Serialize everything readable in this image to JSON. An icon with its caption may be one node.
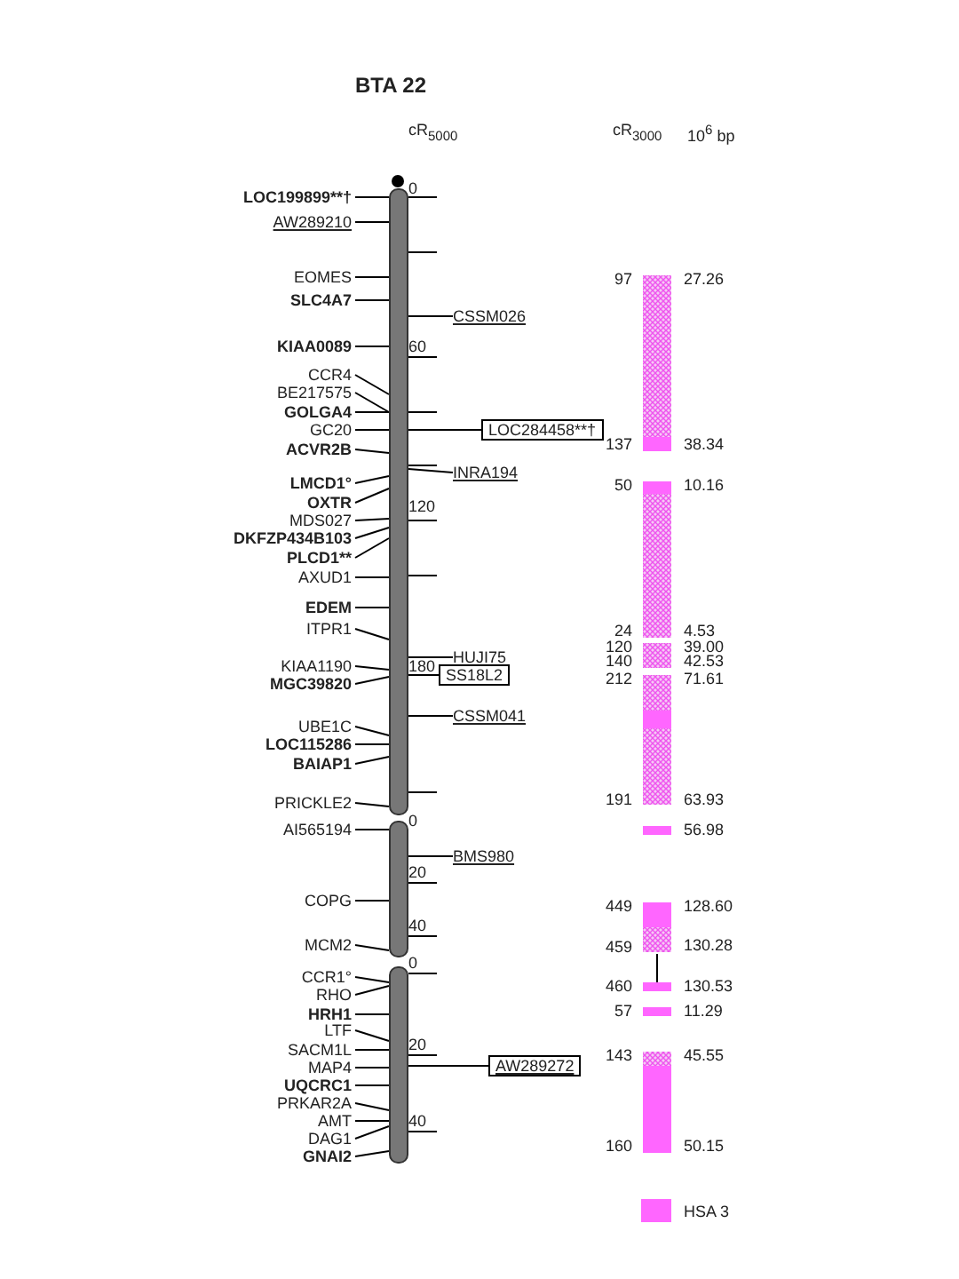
{
  "diagram": {
    "title": "BTA 22",
    "nodes": [
      {
        "text": [],
        "shape": "bar"
      },
      {
        "text": [],
        "shape": "bar"
      },
      {
        "text": [],
        "shape": "bar"
      },
      {
        "text": [
          "LOC199899**†"
        ]
      },
      {
        "text": [
          "AW289210"
        ]
      },
      {
        "text": [
          "EOMES"
        ]
      },
      {
        "text": [
          "SLC4A7"
        ]
      },
      {
        "text": [
          "KIAA0089"
        ]
      },
      {
        "text": [
          "CCR4"
        ]
      },
      {
        "text": [
          "BE217575"
        ]
      },
      {
        "text": [
          "GOLGA4"
        ]
      },
      {
        "text": [
          "GC20"
        ]
      },
      {
        "text": [
          "ACVR2B"
        ]
      },
      {
        "text": [
          "LMCD1°"
        ]
      },
      {
        "text": [
          "OXTR"
        ]
      },
      {
        "text": [
          "MDS027"
        ]
      },
      {
        "text": [
          "DKFZP434B103"
        ]
      },
      {
        "text": [
          "PLCD1**"
        ]
      },
      {
        "text": [
          "AXUD1"
        ]
      },
      {
        "text": [
          "EDEM"
        ]
      },
      {
        "text": [
          "ITPR1"
        ]
      },
      {
        "text": [
          "KIAA1190"
        ]
      },
      {
        "text": [
          "MGC39820"
        ]
      },
      {
        "text": [
          "UBE1C"
        ]
      },
      {
        "text": [
          "LOC115286"
        ]
      },
      {
        "text": [
          "BAIAP1"
        ]
      },
      {
        "text": [
          "PRICKLE2"
        ]
      },
      {
        "text": [
          "AI565194"
        ]
      },
      {
        "text": [
          "COPG"
        ]
      },
      {
        "text": [
          "MCM2"
        ]
      },
      {
        "text": [
          "CCR1°"
        ]
      },
      {
        "text": [
          "RHO"
        ]
      },
      {
        "text": [
          "HRH1"
        ]
      },
      {
        "text": [
          "LTF"
        ]
      },
      {
        "text": [
          "SACM1L"
        ]
      },
      {
        "text": [
          "MAP4"
        ]
      },
      {
        "text": [
          "UQCRC1"
        ]
      },
      {
        "text": [
          "PRKAR2A"
        ]
      },
      {
        "text": [
          "AMT"
        ]
      },
      {
        "text": [
          "DAG1"
        ]
      },
      {
        "text": [
          "GNAI2"
        ]
      },
      {
        "text": [
          "CSSM026"
        ]
      },
      {
        "text": [
          "LOC284458**†"
        ]
      },
      {
        "text": [
          "INRA194"
        ]
      },
      {
        "text": [
          "HUJI75"
        ]
      },
      {
        "text": [
          "SS18L2"
        ]
      },
      {
        "text": [
          "CSSM041"
        ]
      },
      {
        "text": [
          "BMS980"
        ]
      },
      {
        "text": [
          "AW289272"
        ]
      }
    ],
    "edges": [
      {
        "from": 3,
        "to": 0,
        "arrow": "none"
      },
      {
        "from": 4,
        "to": 0,
        "arrow": "none"
      },
      {
        "from": 5,
        "to": 0,
        "arrow": "none"
      },
      {
        "from": 6,
        "to": 0,
        "arrow": "none"
      },
      {
        "from": 7,
        "to": 0,
        "arrow": "none"
      },
      {
        "from": 8,
        "to": 0,
        "arrow": "none"
      },
      {
        "from": 9,
        "to": 0,
        "arrow": "none"
      },
      {
        "from": 10,
        "to": 0,
        "arrow": "none"
      },
      {
        "from": 11,
        "to": 0,
        "arrow": "none"
      },
      {
        "from": 12,
        "to": 0,
        "arrow": "none"
      },
      {
        "from": 13,
        "to": 0,
        "arrow": "none"
      },
      {
        "from": 14,
        "to": 0,
        "arrow": "none"
      },
      {
        "from": 15,
        "to": 0,
        "arrow": "none"
      },
      {
        "from": 16,
        "to": 0,
        "arrow": "none"
      },
      {
        "from": 17,
        "to": 0,
        "arrow": "none"
      },
      {
        "from": 18,
        "to": 0,
        "arrow": "none"
      },
      {
        "from": 19,
        "to": 0,
        "arrow": "none"
      },
      {
        "from": 20,
        "to": 0,
        "arrow": "none"
      },
      {
        "from": 21,
        "to": 0,
        "arrow": "none"
      },
      {
        "from": 22,
        "to": 0,
        "arrow": "none"
      },
      {
        "from": 23,
        "to": 0,
        "arrow": "none"
      },
      {
        "from": 24,
        "to": 0,
        "arrow": "none"
      },
      {
        "from": 25,
        "to": 0,
        "arrow": "none"
      },
      {
        "from": 26,
        "to": 0,
        "arrow": "none"
      },
      {
        "from": 27,
        "to": 1,
        "arrow": "none"
      },
      {
        "from": 28,
        "to": 1,
        "arrow": "none"
      },
      {
        "from": 29,
        "to": 1,
        "arrow": "none"
      },
      {
        "from": 30,
        "to": 2,
        "arrow": "none"
      },
      {
        "from": 31,
        "to": 2,
        "arrow": "none"
      },
      {
        "from": 32,
        "to": 2,
        "arrow": "none"
      },
      {
        "from": 33,
        "to": 2,
        "arrow": "none"
      },
      {
        "from": 34,
        "to": 2,
        "arrow": "none"
      },
      {
        "from": 35,
        "to": 2,
        "arrow": "none"
      },
      {
        "from": 36,
        "to": 2,
        "arrow": "none"
      },
      {
        "from": 37,
        "to": 2,
        "arrow": "none"
      },
      {
        "from": 38,
        "to": 2,
        "arrow": "none"
      },
      {
        "from": 39,
        "to": 2,
        "arrow": "none"
      },
      {
        "from": 40,
        "to": 2,
        "arrow": "none"
      },
      {
        "from": 41,
        "to": 0,
        "arrow": "none"
      },
      {
        "from": 42,
        "to": 0,
        "arrow": "none"
      },
      {
        "from": 43,
        "to": 0,
        "arrow": "none"
      },
      {
        "from": 44,
        "to": 0,
        "arrow": "none"
      },
      {
        "from": 45,
        "to": 0,
        "arrow": "none"
      },
      {
        "from": 46,
        "to": 0,
        "arrow": "none"
      },
      {
        "from": 47,
        "to": 1,
        "arrow": "none"
      },
      {
        "from": 48,
        "to": 2,
        "arrow": "none"
      }
    ],
    "labels": [
      "cR$_{5000}$",
      "cR$_{3000}$",
      "10$^{6}$ bp",
      "0",
      "60",
      "120",
      "180",
      "0",
      "20",
      "40",
      "0",
      "20",
      "40",
      "97",
      "27.26",
      "137",
      "38.34",
      "50",
      "10.16",
      "24",
      "4.53",
      "120",
      "39.00",
      "140",
      "42.53",
      "212",
      "71.61",
      "191",
      "63.93",
      "56.98",
      "449",
      "128.60",
      "459",
      "130.28",
      "460",
      "130.53",
      "57",
      "11.29",
      "143",
      "45.55",
      "160",
      "50.15"
    ],
    "legend": [
      {
        "text": "HSA 3",
        "color": "#ff66ff"
      }
    ]
  }
}
